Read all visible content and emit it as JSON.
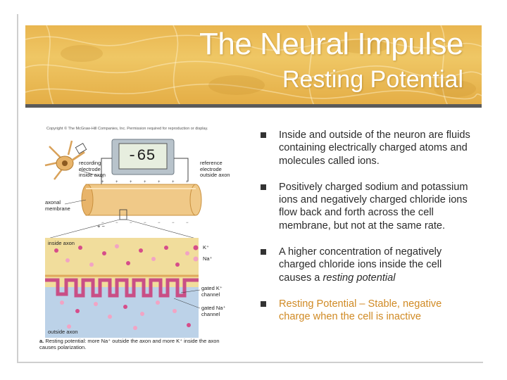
{
  "slide": {
    "title": "The Neural Impulse",
    "subtitle": "Resting Potential"
  },
  "figure": {
    "copyright": "Copyright © The McGraw-Hill Companies, Inc. Permission required for reproduction or display.",
    "meter_value": "-65",
    "labels": {
      "recording": "recording electrode inside axon",
      "reference": "reference electrode outside axon",
      "axonal_membrane": "axonal membrane",
      "inside_axon": "inside axon",
      "outside_axon": "outside axon",
      "k_ion": "K⁺",
      "na_ion": "Na⁺",
      "gated_k": "gated K⁺ channel",
      "gated_na": "gated Na⁺ channel",
      "plus_minus": "+ −"
    },
    "caption_letter": "a.",
    "caption": "Resting potential: more Na⁺ outside the axon and more K⁺ inside the axon causes polarization."
  },
  "bullets": [
    {
      "text": "Inside and outside of the neuron are fluids containing electrically charged atoms and molecules called ions."
    },
    {
      "text": "Positively charged sodium and potassium ions and negatively charged chloride ions flow back and forth across the cell membrane, but not at the same rate."
    },
    {
      "text_before": "A higher concentration of negatively charged chloride ions inside the cell causes a ",
      "text_em": "resting potential"
    },
    {
      "text": "Resting Potential – Stable, negative charge when the cell is inactive"
    }
  ],
  "colors": {
    "banner": "#e9b650",
    "title_text": "#ffffff",
    "body_text": "#2b2b2b",
    "accent_text": "#d08a24",
    "inside_axon_fill": "#f1dd9c",
    "outside_axon_fill": "#bcd2e8",
    "k_ion": "#d64d8a",
    "na_ion": "#f2a4c4"
  }
}
